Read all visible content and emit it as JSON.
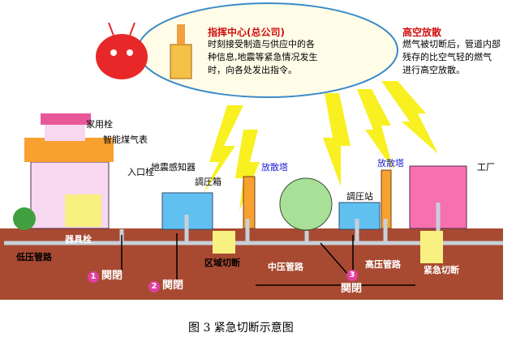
{
  "command_center": {
    "title": "指挥中心(总公司)",
    "body": [
      "时刻接受制造与供应中的各",
      "种信息,地震等紧急情况发生",
      "时，向各处发出指令。"
    ]
  },
  "high_release": {
    "title": "高空放散",
    "body": [
      "燃气被切断后，管道内部",
      "残存的比空气轻的燃气",
      "进行高空放散。"
    ]
  },
  "labels": {
    "home_valve": "家用栓",
    "smart_meter": "智能煤气表",
    "inlet_valve": "入口栓",
    "appliance_valve": "器具栓",
    "low_pipe": "低压管路",
    "seismic_sensor": "地震感知器",
    "regulator_box": "調圧箱",
    "area_cut": "区域切断",
    "vent_tower_1": "放散塔",
    "vent_tower_2": "放散塔",
    "regulator_station": "調圧站",
    "factory": "工厂",
    "mid_pipe": "中压管路",
    "high_pipe": "高压管路",
    "emergency_cut": "紧急切断"
  },
  "steps": [
    {
      "num": "1",
      "label": "関閉"
    },
    {
      "num": "2",
      "label": "関閉"
    },
    {
      "num": "3",
      "label": "関閉"
    }
  ],
  "caption": "图 3  紧急切断示意图"
}
